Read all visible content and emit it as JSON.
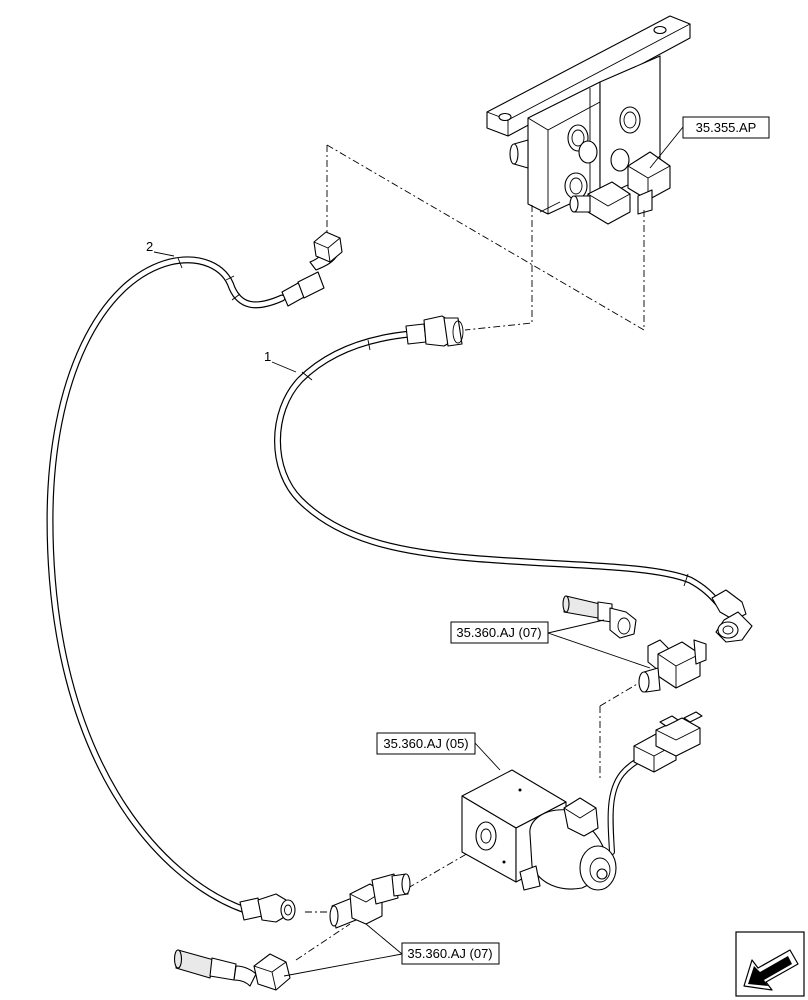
{
  "diagram": {
    "item_labels": [
      "1",
      "2"
    ],
    "references": {
      "valve_block": "35.355.AP",
      "adapter_upper": "35.360.AJ (07)",
      "solenoid_valve": "35.360.AJ (05)",
      "adapter_lower": "35.360.AJ (07)"
    },
    "nav_icon": "previous-page-arrow-icon"
  }
}
